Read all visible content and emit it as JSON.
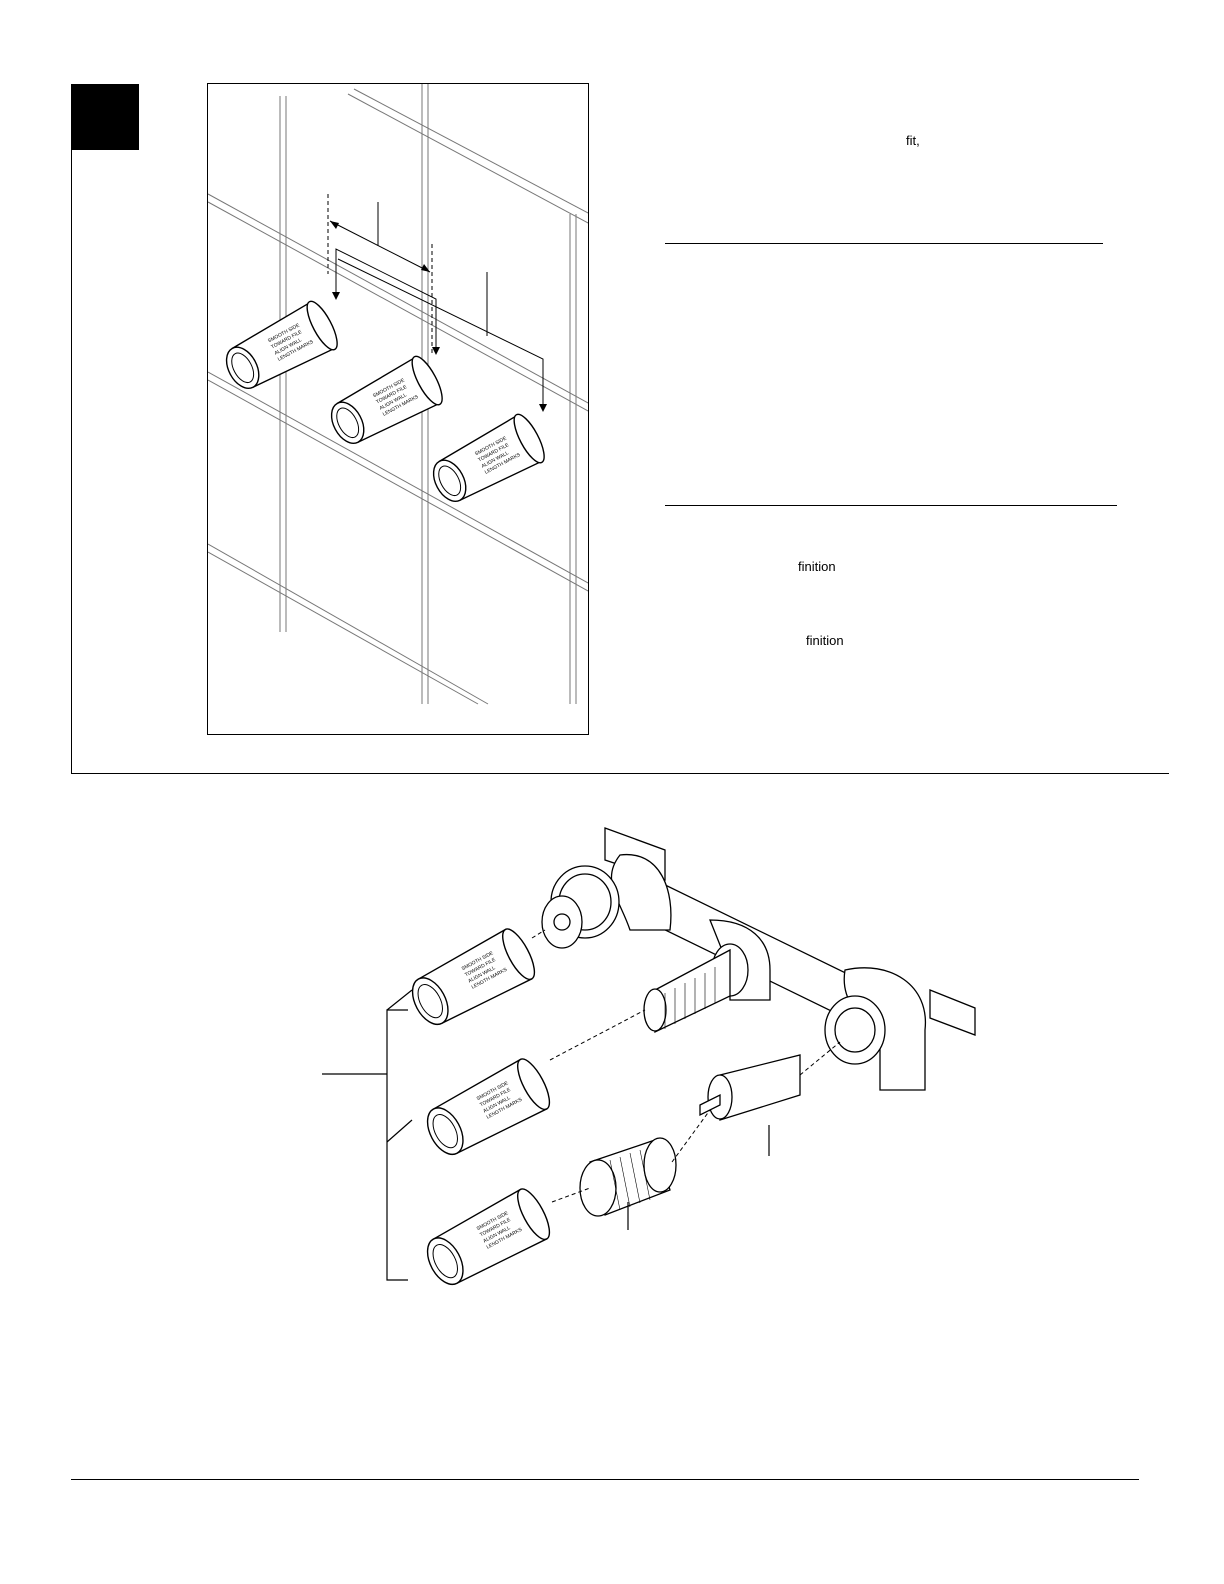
{
  "text_fragments": {
    "fit": "fit,",
    "finition_1": "finition",
    "finition_2": "finition"
  },
  "figure_1": {
    "sleeve_labels": [
      "SMOOTH SIDE",
      "TOWARD FILE",
      "ALIGN WALL",
      "LENGTH MARKS"
    ]
  },
  "figure_2": {
    "sleeve_labels": [
      "SMOOTH SIDE",
      "TOWARD FILE",
      "ALIGN WALL",
      "LENGTH MARKS"
    ]
  }
}
